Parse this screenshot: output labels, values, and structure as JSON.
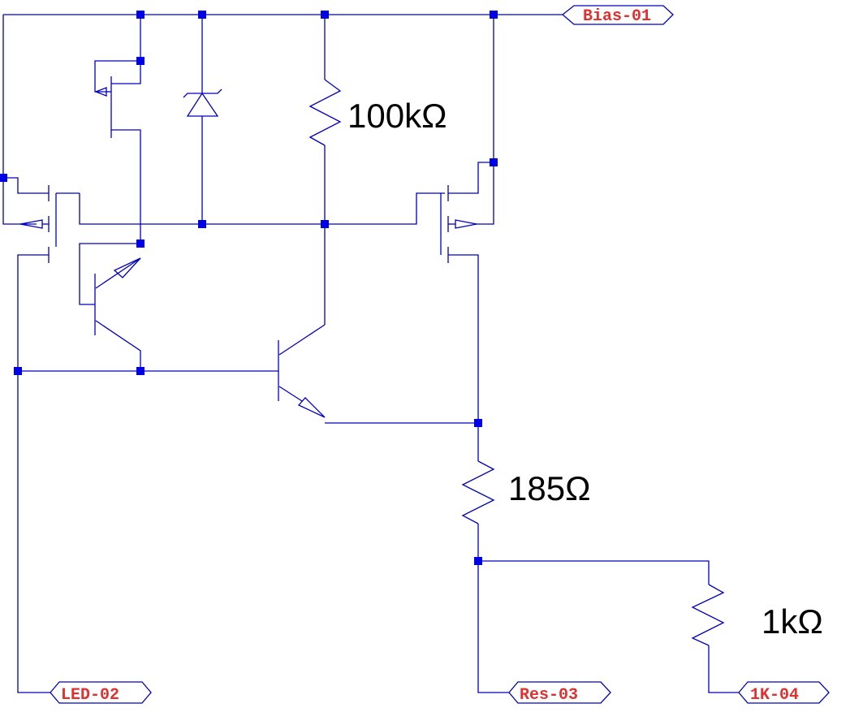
{
  "schematic": {
    "title": "LED bias circuit schematic",
    "colors": {
      "wire": "#0000c0",
      "junction": "#0000e6",
      "port_text": "#e03030",
      "value_text": "#000000",
      "background": "#ffffff"
    },
    "components": {
      "r1": {
        "type": "resistor",
        "value": "100kΩ"
      },
      "r2": {
        "type": "resistor",
        "value": "185Ω"
      },
      "r3": {
        "type": "resistor",
        "value": "1kΩ"
      },
      "d1": {
        "type": "zener-diode"
      },
      "q1": {
        "type": "pnp-transistor"
      },
      "q2": {
        "type": "npn-transistor"
      },
      "m1": {
        "type": "mosfet"
      },
      "m2": {
        "type": "mosfet"
      },
      "j1": {
        "type": "jfet"
      }
    },
    "ports": [
      {
        "label": "Bias-01"
      },
      {
        "label": "LED-02"
      },
      {
        "label": "Res-03"
      },
      {
        "label": "1K-04"
      }
    ]
  }
}
